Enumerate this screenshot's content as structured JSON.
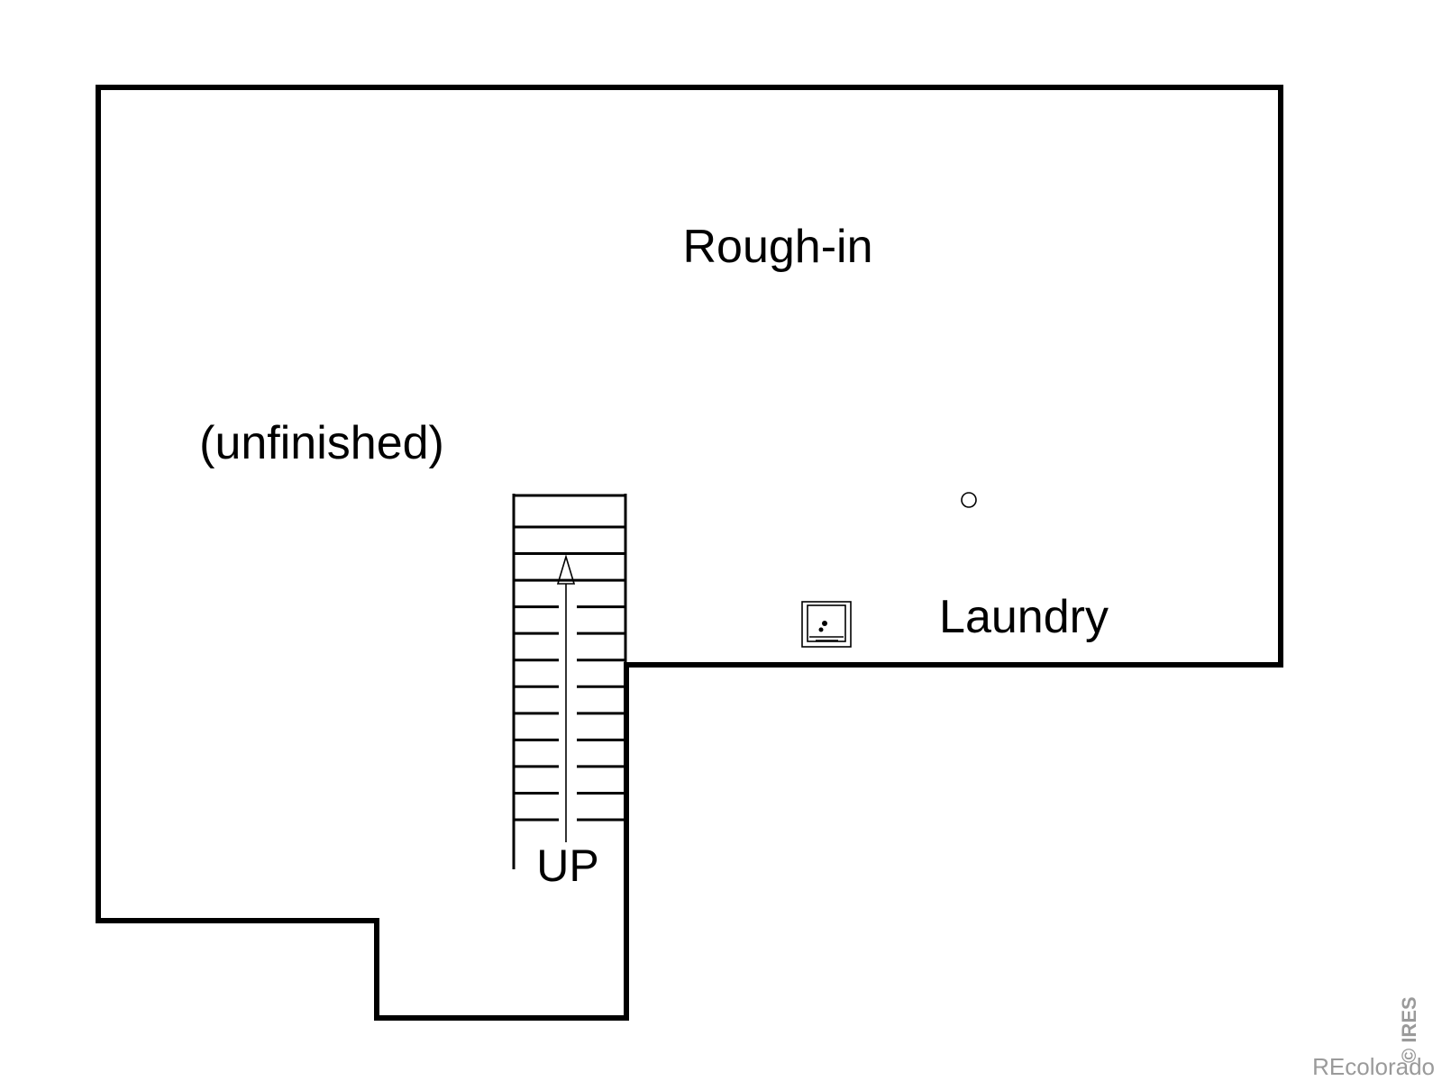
{
  "plan": {
    "labels": {
      "rough_in": "Rough-in",
      "unfinished": "(unfinished)",
      "laundry": "Laundry",
      "stairs_direction": "UP"
    },
    "stair_tread_count": 12
  },
  "watermark": {
    "brand": "REcolorado",
    "source": "© IRES"
  },
  "colors": {
    "line": "#000000",
    "background": "#ffffff",
    "watermark": "#9a9a9a"
  }
}
